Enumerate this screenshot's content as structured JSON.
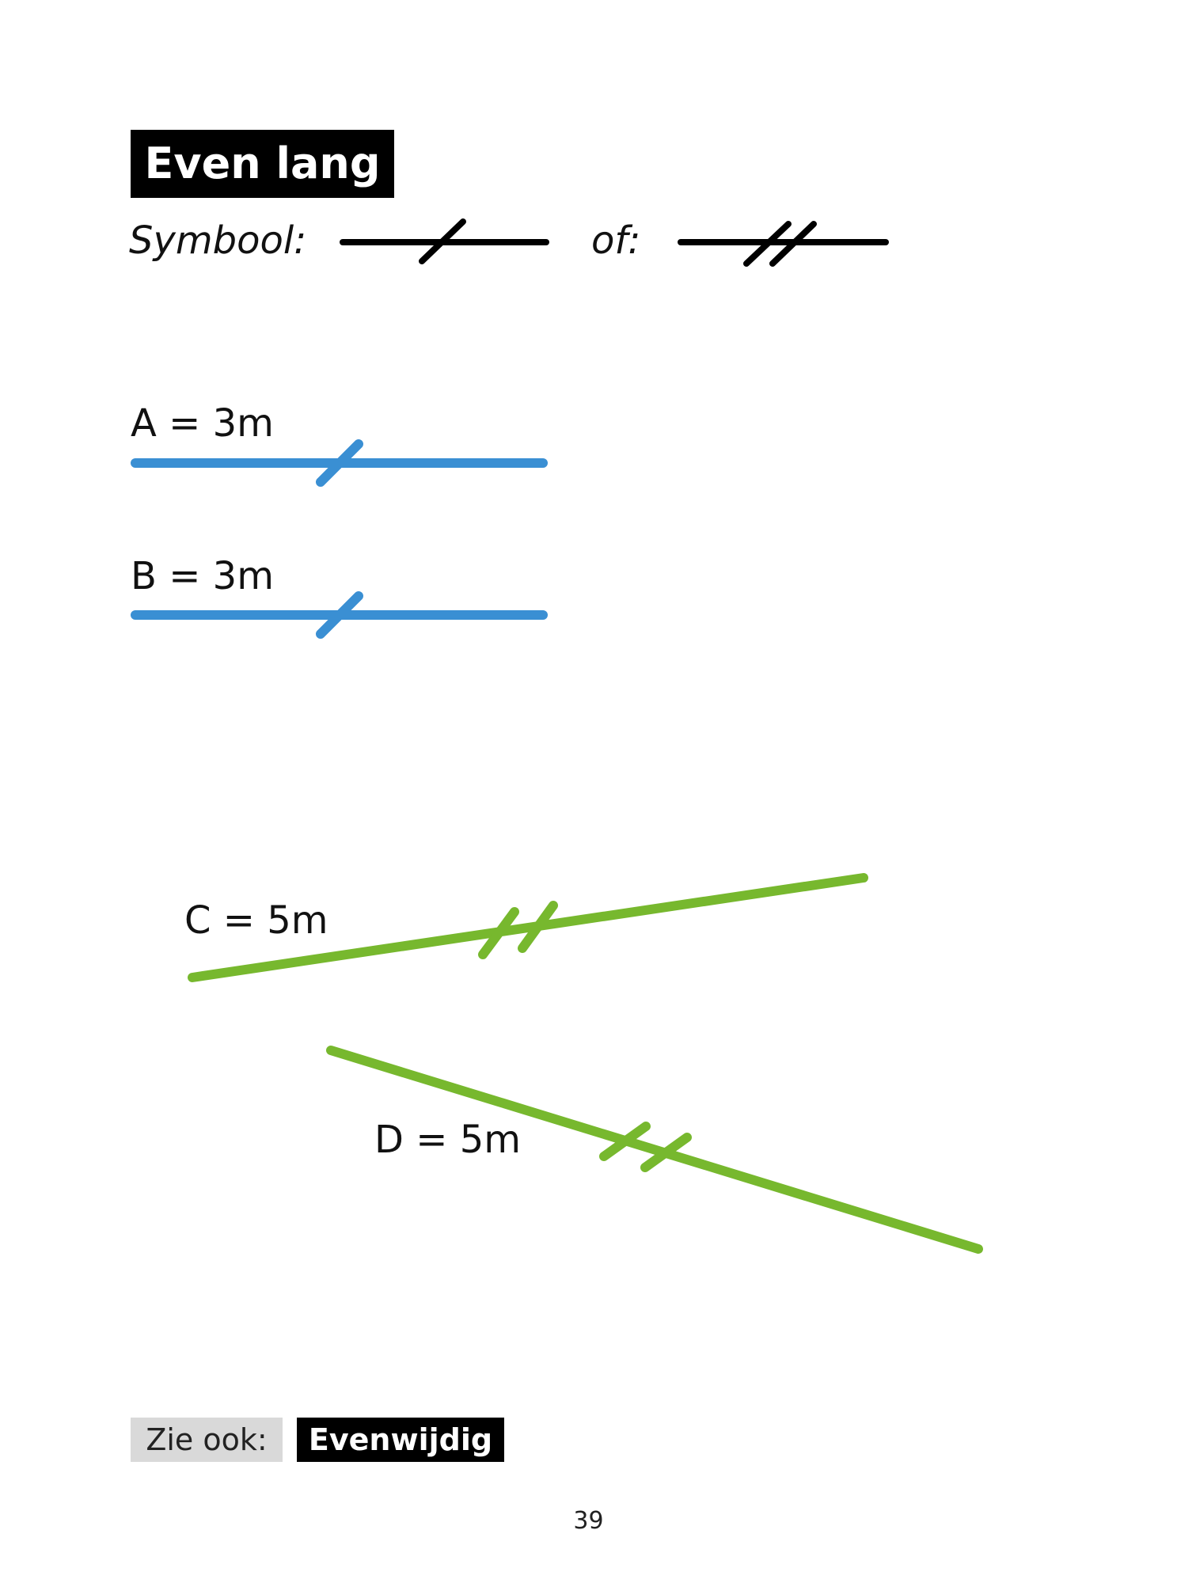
{
  "title": "Even lang",
  "symbol": {
    "label": "Symbool:",
    "or_label": "of:",
    "single_tick_icon": "single-tick-line-icon",
    "double_tick_icon": "double-tick-line-icon"
  },
  "segments": [
    {
      "label": "A = 3m",
      "color": "#3a8fd3",
      "ticks": 1
    },
    {
      "label": "B = 3m",
      "color": "#3a8fd3",
      "ticks": 1
    },
    {
      "label": "C = 5m",
      "color": "#77b82e",
      "ticks": 2
    },
    {
      "label": "D = 5m",
      "color": "#77b82e",
      "ticks": 2
    }
  ],
  "see_also": {
    "label": "Zie ook:",
    "link": "Evenwijdig"
  },
  "page_number": "39"
}
